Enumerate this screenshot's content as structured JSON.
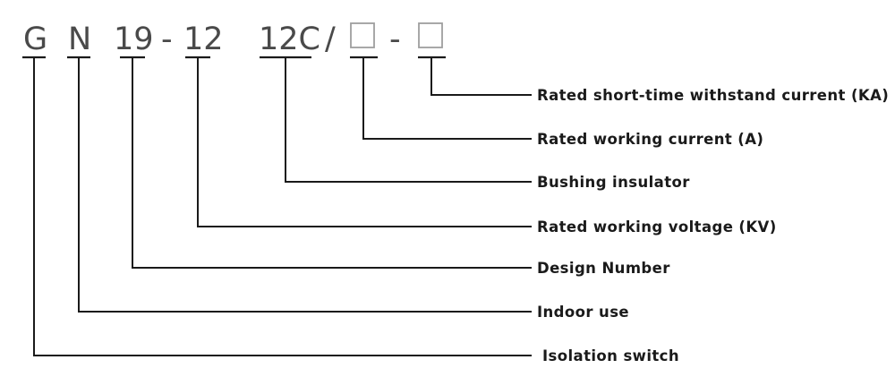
{
  "model_code": {
    "segments": [
      {
        "id": "g",
        "text": "G"
      },
      {
        "id": "n",
        "text": "N"
      },
      {
        "id": "19",
        "text": "19"
      },
      {
        "id": "dash1",
        "text": "-"
      },
      {
        "id": "12",
        "text": "12"
      },
      {
        "id": "12c",
        "text": "12C"
      },
      {
        "id": "slash",
        "text": "/"
      },
      {
        "id": "box1",
        "text": "□"
      },
      {
        "id": "dash2",
        "text": "-"
      },
      {
        "id": "box2",
        "text": "□"
      }
    ]
  },
  "labels": [
    {
      "id": "short-time-current",
      "text": "Rated short-time withstand current (KA)"
    },
    {
      "id": "working-current",
      "text": "Rated working current (A)"
    },
    {
      "id": "bushing-insulator",
      "text": "Bushing insulator"
    },
    {
      "id": "working-voltage",
      "text": "Rated working voltage (KV)"
    },
    {
      "id": "design-number",
      "text": "Design Number"
    },
    {
      "id": "indoor-use",
      "text": "Indoor use"
    },
    {
      "id": "isolation-switch",
      "text": "Isolation switch"
    }
  ],
  "colors": {
    "code_text": "#4a4a4a",
    "line": "#1a1a1a",
    "placeholder_box": "#9e9e9e"
  }
}
